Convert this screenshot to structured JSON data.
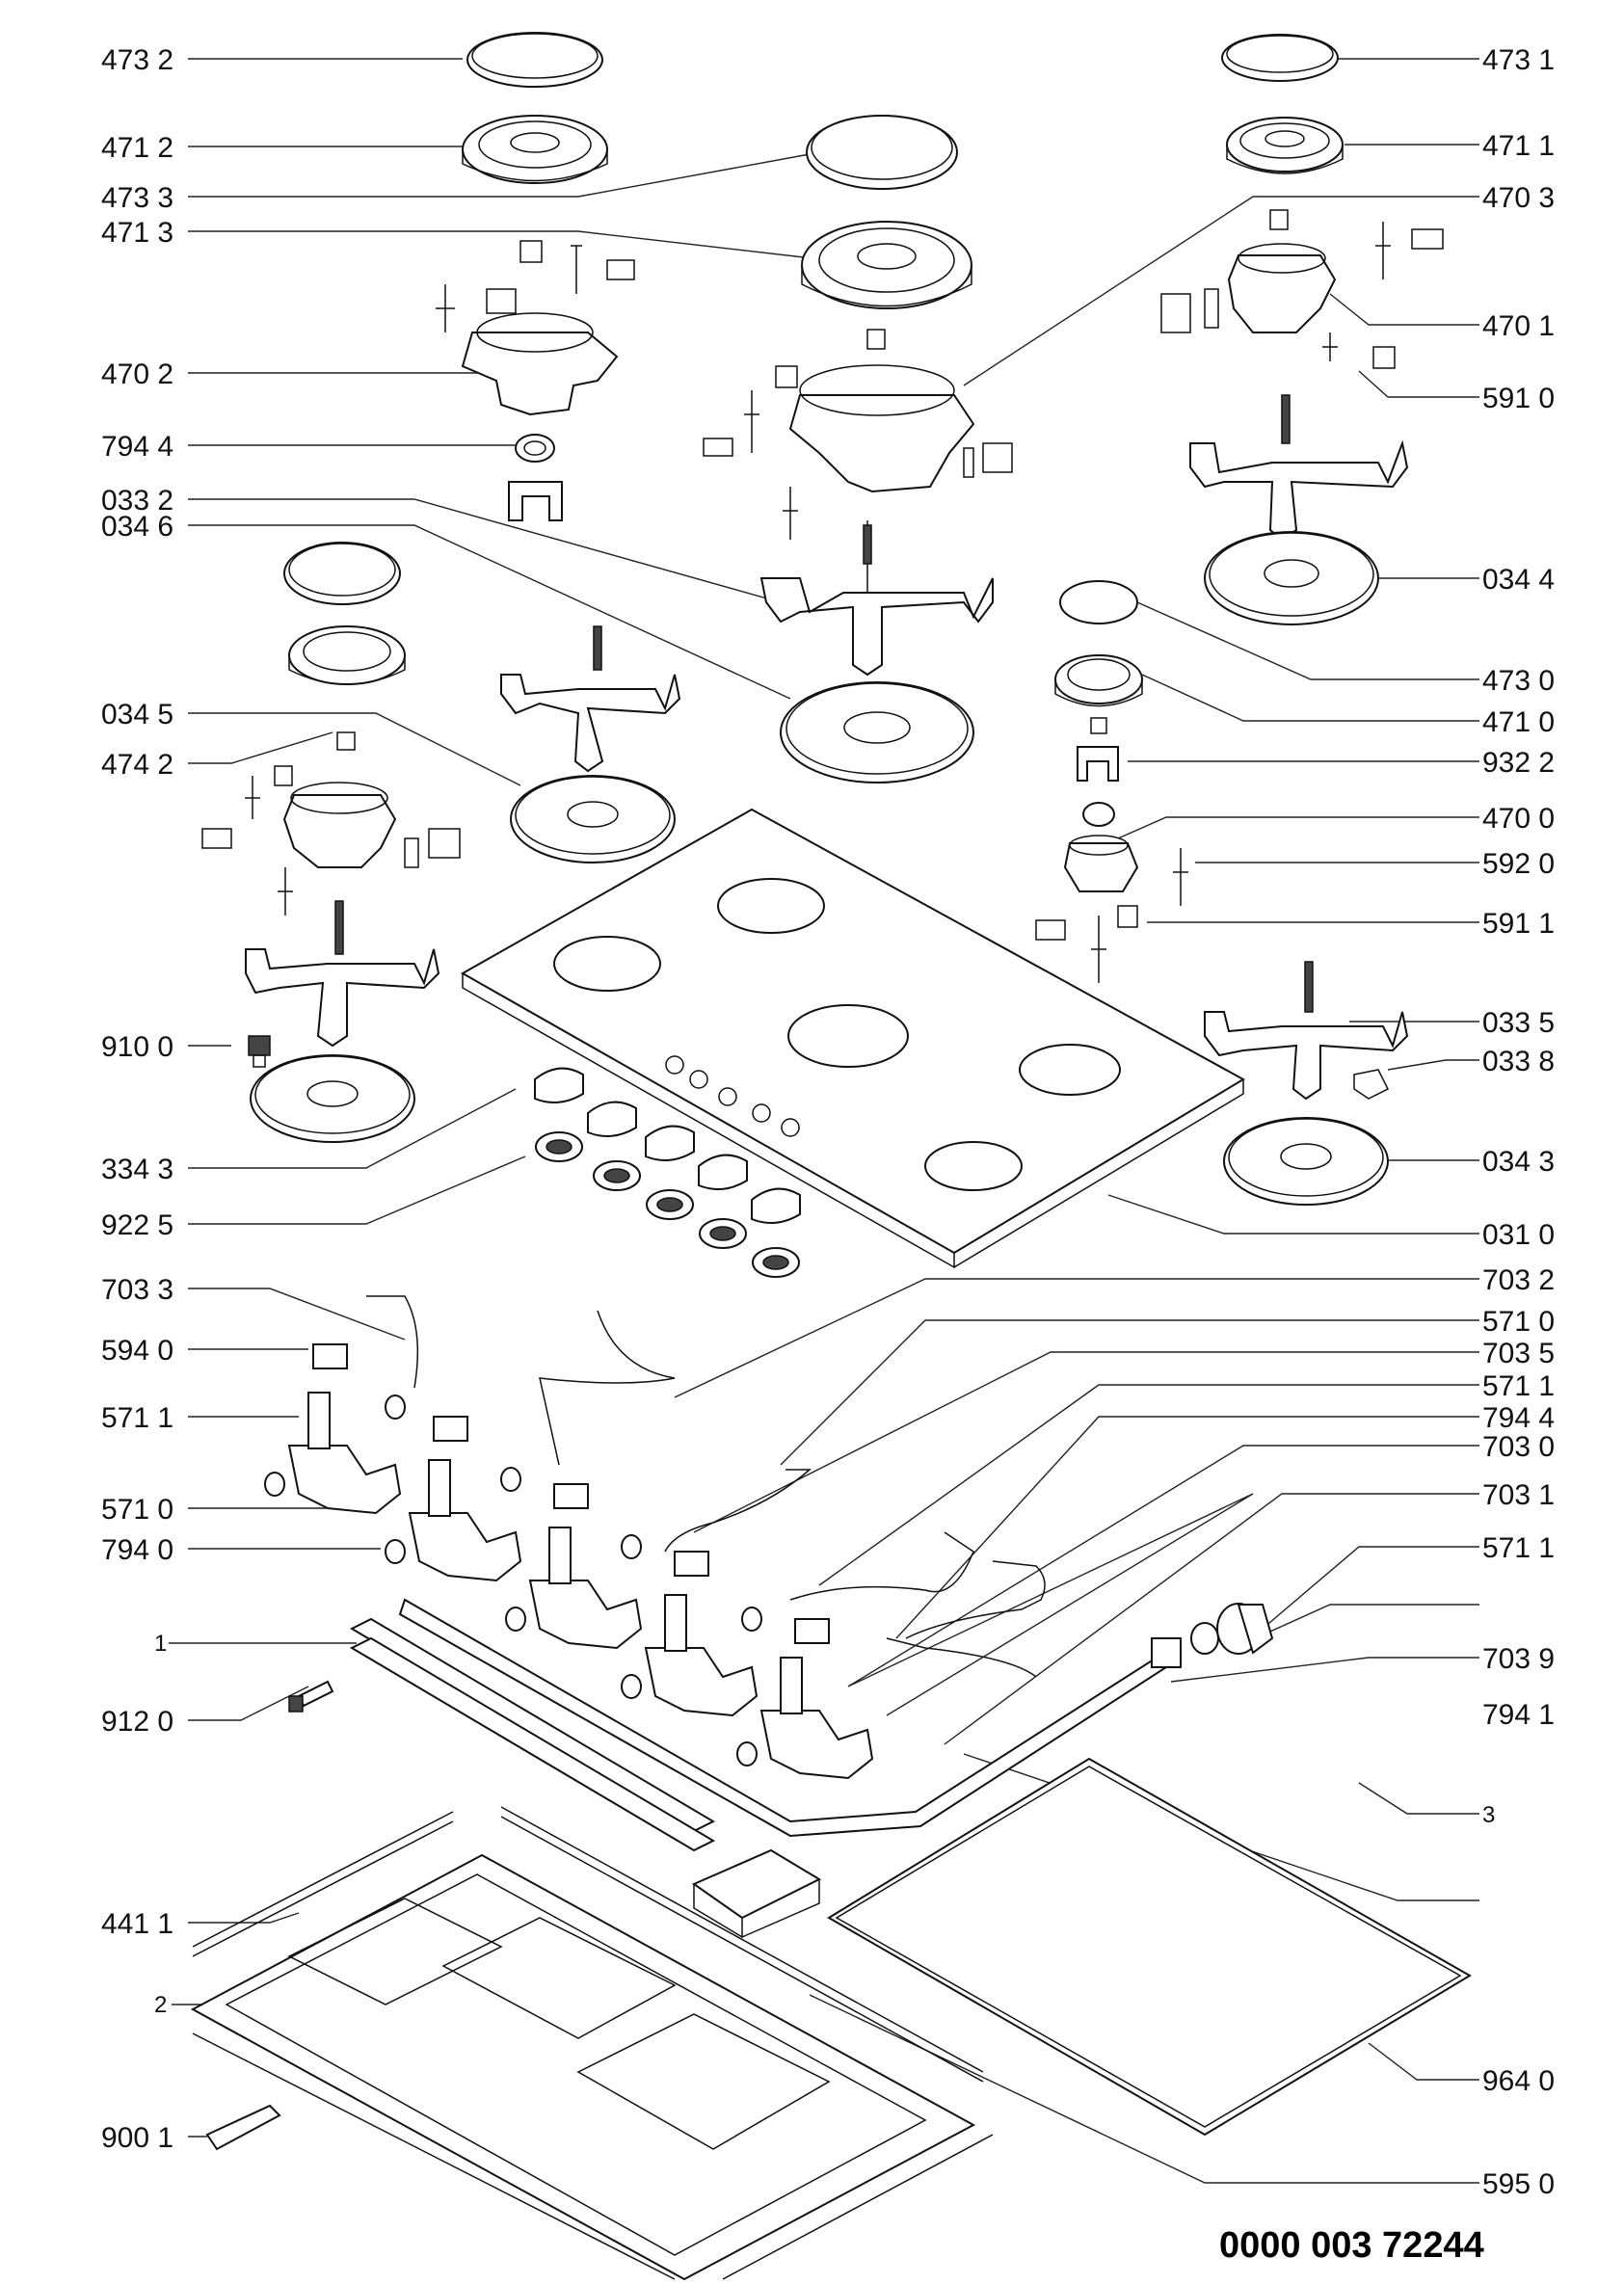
{
  "doc_code": "0000 003 72244",
  "labels_left": [
    {
      "id": "l1",
      "text": "473 2"
    },
    {
      "id": "l2",
      "text": "471 2"
    },
    {
      "id": "l3",
      "text": "473 3"
    },
    {
      "id": "l4",
      "text": "471 3"
    },
    {
      "id": "l5",
      "text": "470 2"
    },
    {
      "id": "l6",
      "text": "794 4"
    },
    {
      "id": "l7",
      "text": "033 2"
    },
    {
      "id": "l8",
      "text": "034 6"
    },
    {
      "id": "l9",
      "text": "034 5"
    },
    {
      "id": "l10",
      "text": "474 2"
    },
    {
      "id": "l11",
      "text": "910 0"
    },
    {
      "id": "l12",
      "text": "334 3"
    },
    {
      "id": "l13",
      "text": "922 5"
    },
    {
      "id": "l14",
      "text": "703 3"
    },
    {
      "id": "l15",
      "text": "594 0"
    },
    {
      "id": "l16",
      "text": "571 1"
    },
    {
      "id": "l17",
      "text": "571 0"
    },
    {
      "id": "l18",
      "text": "794 0"
    },
    {
      "id": "l19",
      "text": "1"
    },
    {
      "id": "l20",
      "text": "912 0"
    },
    {
      "id": "l21",
      "text": "441 1"
    },
    {
      "id": "l22",
      "text": "2"
    },
    {
      "id": "l23",
      "text": "900 1"
    }
  ],
  "labels_right": [
    {
      "id": "r1",
      "text": "473 1"
    },
    {
      "id": "r2",
      "text": "471 1"
    },
    {
      "id": "r3",
      "text": "470 3"
    },
    {
      "id": "r4",
      "text": "470 1"
    },
    {
      "id": "r5",
      "text": "591 0"
    },
    {
      "id": "r6",
      "text": "034 4"
    },
    {
      "id": "r7",
      "text": "473 0"
    },
    {
      "id": "r8",
      "text": "471 0"
    },
    {
      "id": "r9",
      "text": "932 2"
    },
    {
      "id": "r10",
      "text": "470 0"
    },
    {
      "id": "r11",
      "text": "592 0"
    },
    {
      "id": "r12",
      "text": "591 1"
    },
    {
      "id": "r13",
      "text": "033 5"
    },
    {
      "id": "r14",
      "text": "033 8"
    },
    {
      "id": "r15",
      "text": "034 3"
    },
    {
      "id": "r16",
      "text": "031 0"
    },
    {
      "id": "r17",
      "text": "703 2"
    },
    {
      "id": "r18",
      "text": "571 0"
    },
    {
      "id": "r19",
      "text": "703 5"
    },
    {
      "id": "r20",
      "text": "571 1"
    },
    {
      "id": "r21",
      "text": "794 4"
    },
    {
      "id": "r22",
      "text": "703 0"
    },
    {
      "id": "r23",
      "text": "703 1"
    },
    {
      "id": "r24",
      "text": "571 1"
    },
    {
      "id": "r25",
      "text": "703 9"
    },
    {
      "id": "r26",
      "text": "794 1"
    },
    {
      "id": "r27",
      "text": "3"
    },
    {
      "id": "r28",
      "text": "964 0"
    },
    {
      "id": "r29",
      "text": "595 0"
    }
  ]
}
